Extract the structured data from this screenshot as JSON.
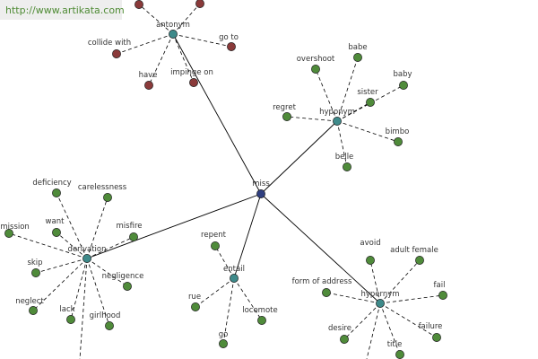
{
  "url": "http://www.artikata.com",
  "colors": {
    "center": "#2f3f80",
    "relation": "#3e8a8a",
    "word": "#4f8b3a",
    "antonym_word": "#8a3a3a",
    "edge": "#000000",
    "label": "#333333",
    "url": "#4f8b35",
    "banner": "#eeeeee"
  },
  "graph": {
    "center": {
      "label": "miss"
    },
    "relations": [
      {
        "label": "antonym",
        "words": [
          "",
          "",
          "collide with",
          "go to",
          "have",
          "impinge on"
        ]
      },
      {
        "label": "hyponym",
        "words": [
          "overshoot",
          "babe",
          "baby",
          "sister",
          "regret",
          "bimbo",
          "belle"
        ]
      },
      {
        "label": "derivation",
        "words": [
          "deficiency",
          "carelessness",
          "want",
          "omission",
          "misfire",
          "skip",
          "negligence",
          "neglect",
          "lack",
          "girlhood"
        ]
      },
      {
        "label": "entail",
        "words": [
          "repent",
          "rue",
          "locomote",
          "go"
        ]
      },
      {
        "label": "hypernym",
        "words": [
          "avoid",
          "adult female",
          "form of address",
          "fail",
          "desire",
          "title",
          "failure"
        ]
      }
    ]
  }
}
